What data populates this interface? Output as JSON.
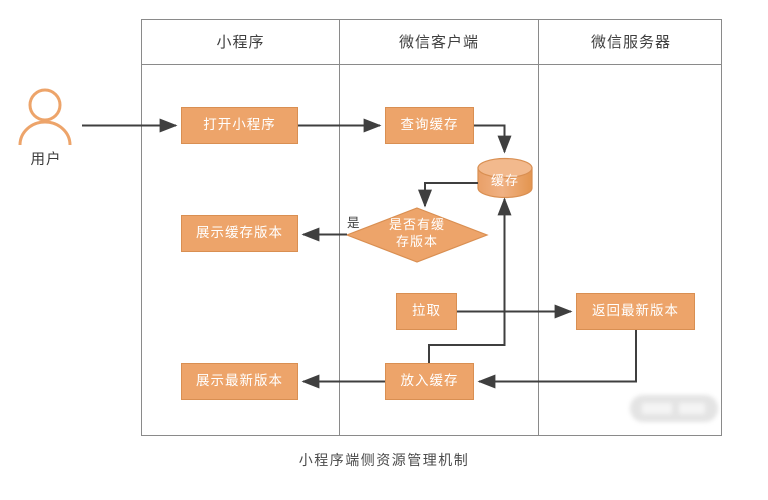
{
  "diagram": {
    "caption": "小程序端侧资源管理机制",
    "colors": {
      "node_fill": "#eda46a",
      "node_border": "#d98f52",
      "node_text": "#ffffff",
      "lane_border": "#8a8a8a",
      "arrow": "#3f3f3f",
      "actor": "#eda46a",
      "caption_text": "#4a4a4a"
    },
    "lanes": [
      {
        "id": "lane-miniprogram",
        "label": "小程序"
      },
      {
        "id": "lane-wechat-client",
        "label": "微信客户端"
      },
      {
        "id": "lane-wechat-server",
        "label": "微信服务器"
      }
    ],
    "actor": {
      "label": "用户",
      "icon": "user-icon"
    },
    "nodes": [
      {
        "id": "open-miniprogram",
        "label": "打开小程序",
        "shape": "process",
        "lane": "小程序"
      },
      {
        "id": "query-cache",
        "label": "查询缓存",
        "shape": "process",
        "lane": "微信客户端"
      },
      {
        "id": "cache-store",
        "label": "缓存",
        "shape": "datastore",
        "lane": "微信客户端"
      },
      {
        "id": "has-cached-version",
        "label_line1": "是否有缓",
        "label_line2": "存版本",
        "label": "是否有缓存版本",
        "shape": "decision",
        "lane": "微信客户端"
      },
      {
        "id": "show-cached-version",
        "label": "展示缓存版本",
        "shape": "process",
        "lane": "小程序"
      },
      {
        "id": "pull",
        "label": "拉取",
        "shape": "process",
        "lane": "微信客户端"
      },
      {
        "id": "return-latest-version",
        "label": "返回最新版本",
        "shape": "process",
        "lane": "微信服务器"
      },
      {
        "id": "put-into-cache",
        "label": "放入缓存",
        "shape": "process",
        "lane": "微信客户端"
      },
      {
        "id": "show-latest-version",
        "label": "展示最新版本",
        "shape": "process",
        "lane": "小程序"
      }
    ],
    "edges": [
      {
        "from": "用户",
        "to": "打开小程序",
        "label": ""
      },
      {
        "from": "打开小程序",
        "to": "查询缓存",
        "label": ""
      },
      {
        "from": "查询缓存",
        "to": "缓存",
        "label": ""
      },
      {
        "from": "缓存",
        "to": "是否有缓存版本",
        "label": ""
      },
      {
        "from": "是否有缓存版本",
        "to": "展示缓存版本",
        "label": "是"
      },
      {
        "from": "拉取",
        "to": "返回最新版本",
        "label": ""
      },
      {
        "from": "返回最新版本",
        "to": "放入缓存",
        "label": ""
      },
      {
        "from": "放入缓存",
        "to": "展示最新版本",
        "label": ""
      },
      {
        "from": "放入缓存",
        "to": "缓存",
        "label": ""
      }
    ],
    "watermark": {
      "name": "redacted-watermark",
      "text": ""
    }
  }
}
